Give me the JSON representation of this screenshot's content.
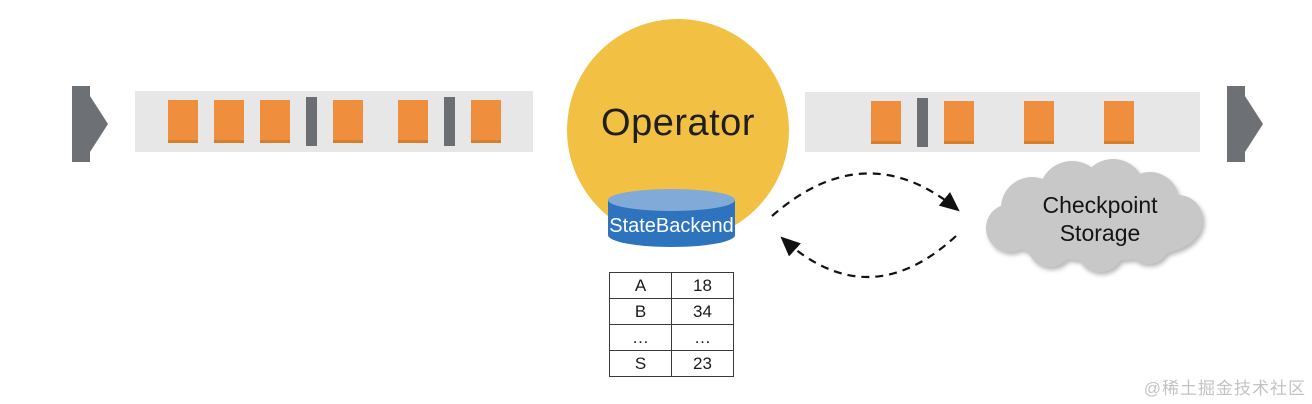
{
  "operator_label": "Operator",
  "state_backend_label": "StateBackend",
  "checkpoint_storage": {
    "line1": "Checkpoint",
    "line2": "Storage"
  },
  "state_table": {
    "rows": [
      {
        "key": "A",
        "value": "18"
      },
      {
        "key": "B",
        "value": "34"
      },
      {
        "key": "…",
        "value": "…"
      },
      {
        "key": "S",
        "value": "23"
      }
    ]
  },
  "left_stream": {
    "items": [
      "square",
      "square",
      "square",
      "barrier",
      "square",
      "gap-sm",
      "square",
      "barrier",
      "square"
    ]
  },
  "right_stream": {
    "items": [
      "square",
      "barrier",
      "square",
      "gap-lg",
      "square",
      "gap-lg",
      "square"
    ]
  },
  "watermark": "@稀土掘金技术社区",
  "colors": {
    "operator_fill": "#F2C043",
    "record_fill": "#EF8F3E",
    "barrier_fill": "#6B6F73",
    "stream_band_fill": "#E7E7E7",
    "state_backend_fill": "#2E73BE",
    "state_backend_top_fill": "#82AAD8",
    "flow_arrow_fill": "#6D7175",
    "cloud_fill": "#C8C8C8"
  }
}
